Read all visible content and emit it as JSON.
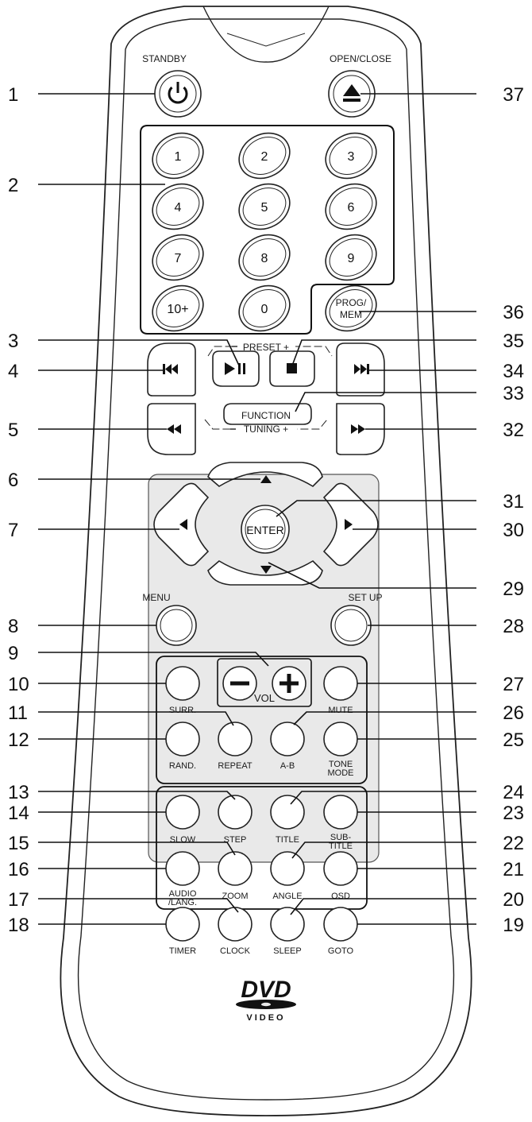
{
  "colors": {
    "outline": "#222222",
    "panel": "#e9e9e9",
    "background": "#ffffff"
  },
  "top": {
    "standby": "STANDBY",
    "open_close": "OPEN/CLOSE"
  },
  "digits": [
    "1",
    "2",
    "3",
    "4",
    "5",
    "6",
    "7",
    "8",
    "9",
    "10+",
    "0"
  ],
  "prog_mem": [
    "PROG/",
    "MEM"
  ],
  "transport": {
    "preset": "PRESET +",
    "tuning": "TUNING +",
    "function": "FUNCTION"
  },
  "nav": {
    "enter": "ENTER",
    "menu": "MENU",
    "setup": "SET UP"
  },
  "vol": "VOL",
  "keys": {
    "surr": "SURR.",
    "mute": "MUTE",
    "rand": "RAND.",
    "repeat": "REPEAT",
    "ab": "A-B",
    "tone_mode": [
      "TONE",
      "MODE"
    ],
    "slow": "SLOW",
    "step": "STEP",
    "title": "TITLE",
    "subtitle": [
      "SUB-",
      "TITLE"
    ],
    "audio_lang": [
      "AUDIO",
      "/LANG."
    ],
    "zoom": "ZOOM",
    "angle": "ANGLE",
    "osd": "OSD",
    "timer": "TIMER",
    "clock": "CLOCK",
    "sleep": "SLEEP",
    "goto": "GOTO"
  },
  "logo": {
    "line1": "DVD",
    "line2": "VIDEO"
  },
  "callouts": [
    "1",
    "2",
    "3",
    "4",
    "5",
    "6",
    "7",
    "8",
    "9",
    "10",
    "11",
    "12",
    "13",
    "14",
    "15",
    "16",
    "17",
    "18",
    "19",
    "20",
    "21",
    "22",
    "23",
    "24",
    "25",
    "26",
    "27",
    "28",
    "29",
    "30",
    "31",
    "32",
    "33",
    "34",
    "35",
    "36",
    "37"
  ]
}
